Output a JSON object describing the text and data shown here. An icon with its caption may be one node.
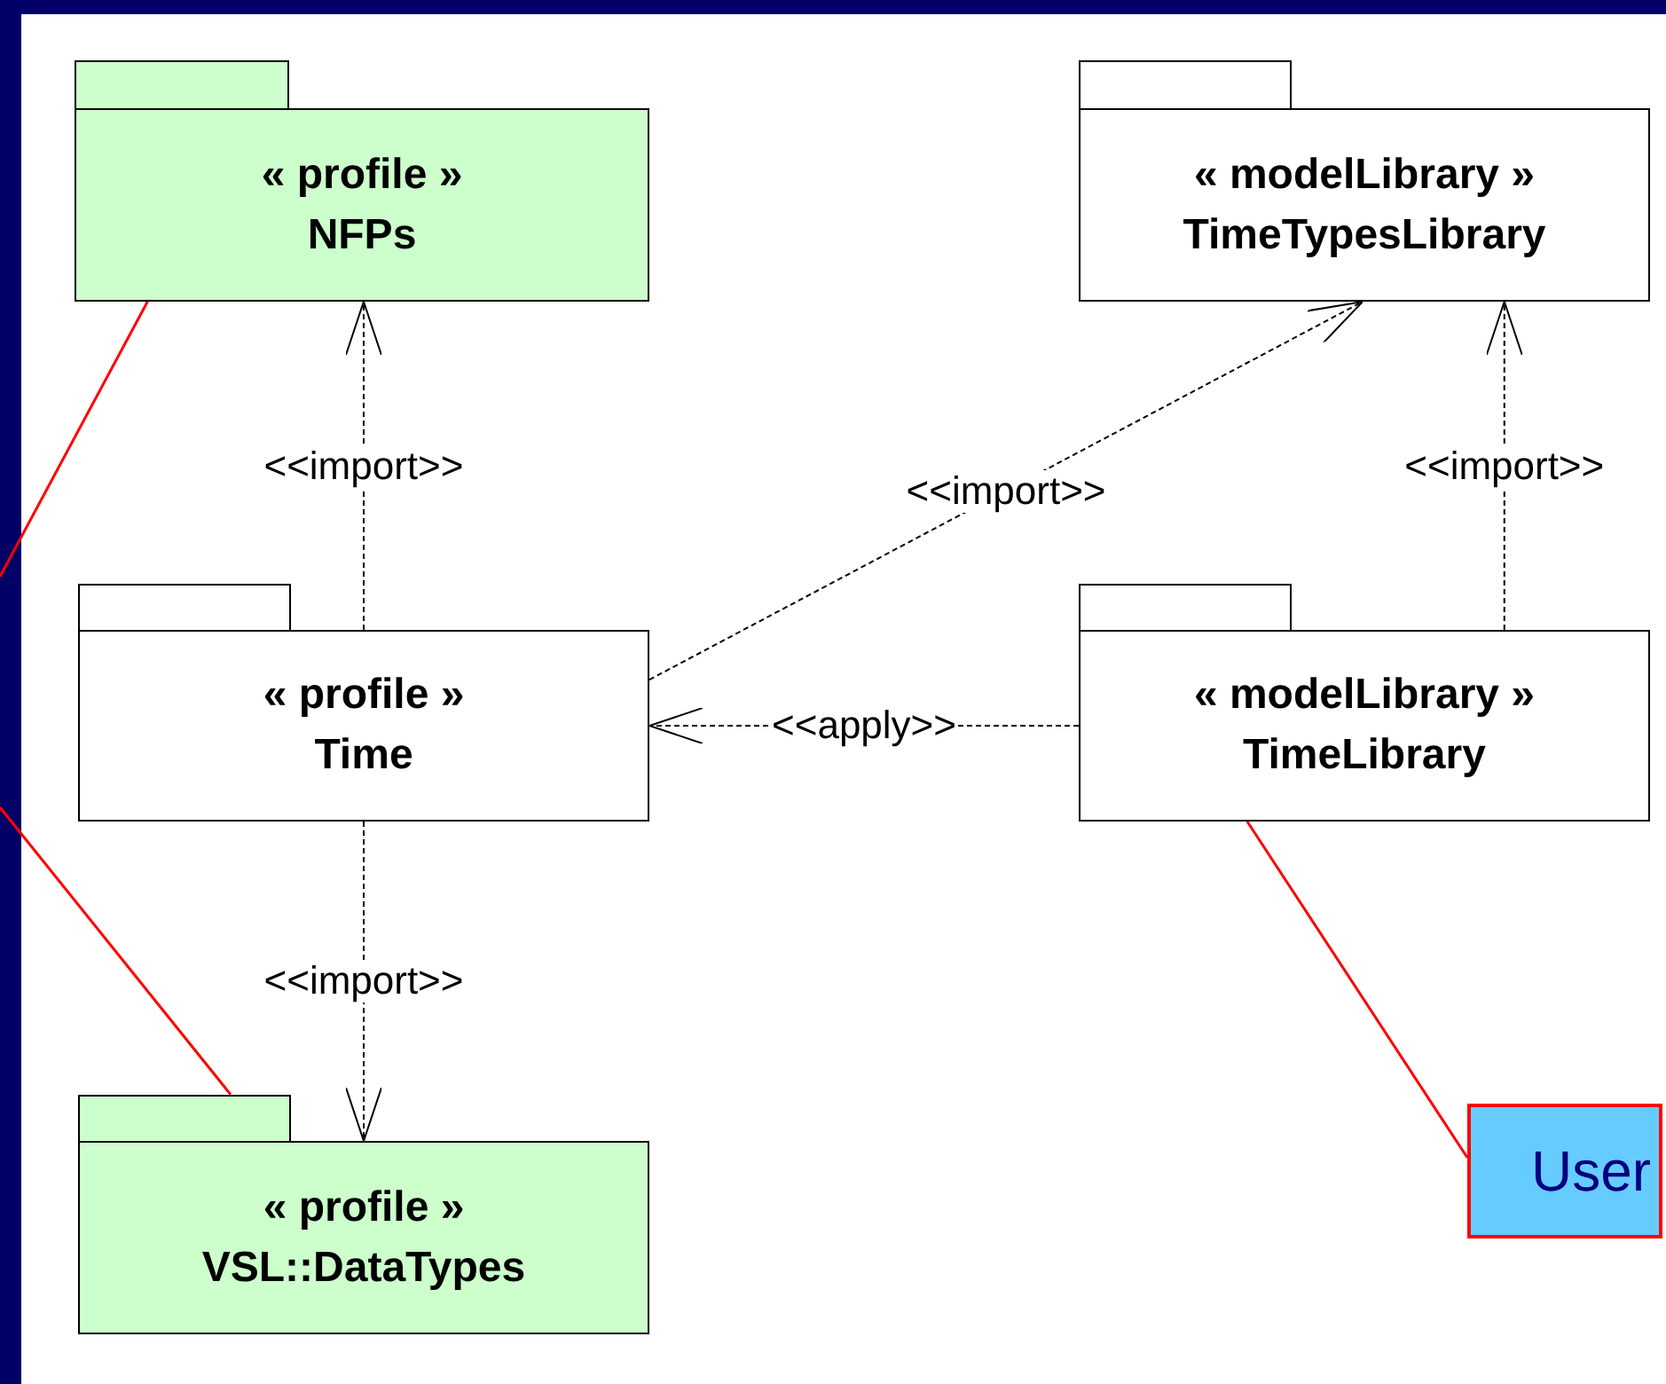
{
  "diagram": {
    "nodes": [
      {
        "text": [
          "« profile »",
          "NFPs"
        ]
      },
      {
        "text": [
          "« modelLibrary »",
          "TimeTypesLibrary"
        ]
      },
      {
        "text": [
          "« profile »",
          "Time"
        ]
      },
      {
        "text": [
          "« modelLibrary »",
          "TimeLibrary"
        ]
      },
      {
        "text": [
          "« profile »",
          "VSL::DataTypes"
        ]
      },
      {
        "text": [
          "User"
        ]
      }
    ],
    "edges": [
      {
        "from": 2,
        "to": 0,
        "arrow": "to",
        "label": "<<import>>",
        "style": "dashed"
      },
      {
        "from": 2,
        "to": 1,
        "arrow": "to",
        "label": "<<import>>",
        "style": "dashed"
      },
      {
        "from": 3,
        "to": 1,
        "arrow": "to",
        "label": "<<import>>",
        "style": "dashed"
      },
      {
        "from": 3,
        "to": 2,
        "arrow": "to",
        "label": "<<apply>>",
        "style": "dashed"
      },
      {
        "from": 2,
        "to": 4,
        "arrow": "to",
        "label": "<<import>>",
        "style": "dashed"
      },
      {
        "from": null,
        "to": 0,
        "arrow": "none",
        "color": "#ff0000"
      },
      {
        "from": null,
        "to": 4,
        "arrow": "none",
        "color": "#ff0000"
      },
      {
        "from": 5,
        "to": 3,
        "arrow": "none",
        "color": "#ff0000"
      }
    ]
  }
}
